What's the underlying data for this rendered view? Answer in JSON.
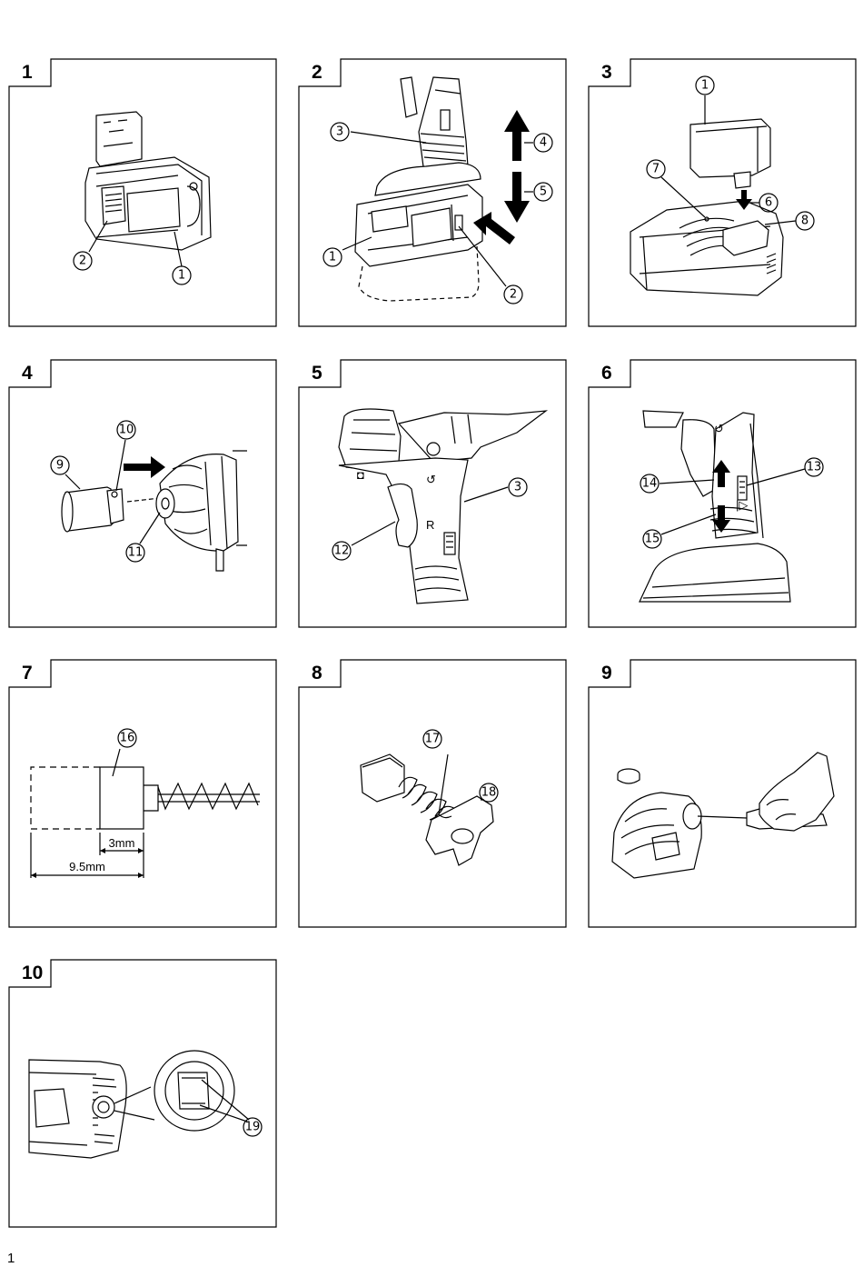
{
  "figures": [
    {
      "number": "1",
      "callouts": [
        "2",
        "1"
      ]
    },
    {
      "number": "2",
      "callouts": [
        "3",
        "4",
        "5",
        "1",
        "2"
      ]
    },
    {
      "number": "3",
      "callouts": [
        "1",
        "7",
        "6",
        "8"
      ]
    },
    {
      "number": "4",
      "callouts": [
        "9",
        "10",
        "11"
      ]
    },
    {
      "number": "5",
      "callouts": [
        "3",
        "12"
      ]
    },
    {
      "number": "6",
      "callouts": [
        "14",
        "13",
        "15"
      ]
    },
    {
      "number": "7",
      "callouts": [
        "16"
      ],
      "dimensions": [
        "3mm",
        "9.5mm"
      ]
    },
    {
      "number": "8",
      "callouts": [
        "17",
        "18"
      ]
    },
    {
      "number": "9",
      "callouts": []
    },
    {
      "number": "10",
      "callouts": [
        "19"
      ]
    }
  ],
  "page_number": "1"
}
